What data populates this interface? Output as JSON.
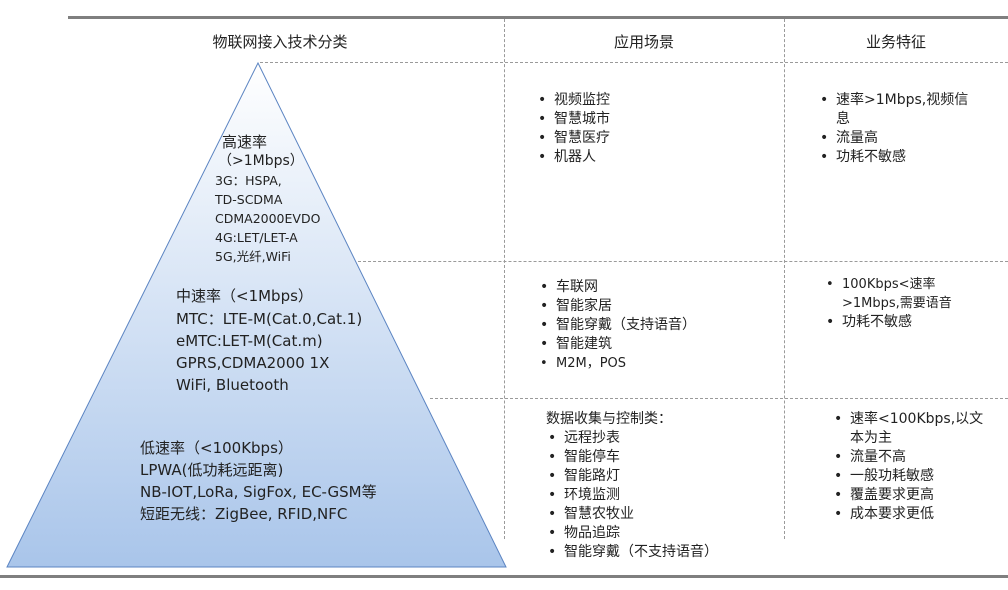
{
  "headers": {
    "classification": "物联网接入技术分类",
    "scenarios": "应用场景",
    "features": "业务特征"
  },
  "tiers": [
    {
      "name": "高速率",
      "rate": "（>1Mbps）",
      "lines": [
        "3G：HSPA,",
        "TD-SCDMA",
        "CDMA2000EVDO",
        "4G:LET/LET-A",
        "5G,光纤,WiFi"
      ],
      "scenarios_intro": "",
      "scenarios": [
        "视频监控",
        "智慧城市",
        "智慧医疗",
        "机器人"
      ],
      "features": [
        "速率>1Mbps,视频信息",
        "流量高",
        "功耗不敏感"
      ]
    },
    {
      "name": "中速率（<1Mbps）",
      "rate": "",
      "lines": [
        "MTC：LTE-M(Cat.0,Cat.1)",
        "eMTC:LET-M(Cat.m)",
        "GPRS,CDMA2000 1X",
        "WiFi, Bluetooth"
      ],
      "scenarios_intro": "",
      "scenarios": [
        "车联网",
        "智能家居",
        "智能穿戴（支持语音）",
        "智能建筑",
        "M2M，POS"
      ],
      "features": [
        "100Kbps<速率>1Mbps,需要语音",
        "功耗不敏感"
      ]
    },
    {
      "name": "低速率（<100Kbps）",
      "rate": "",
      "lines": [
        "LPWA(低功耗远距离)",
        "NB-IOT,LoRa, SigFox, EC-GSM等",
        "短距无线：ZigBee, RFID,NFC"
      ],
      "scenarios_intro": "数据收集与控制类：",
      "scenarios": [
        "远程抄表",
        "智能停车",
        "智能路灯",
        "环境监测",
        "智慧农牧业",
        "物品追踪",
        "智能穿戴（不支持语音）"
      ],
      "features": [
        "速率<100Kbps,以文本为主",
        "流量不高",
        "一般功耗敏感",
        "覆盖要求更高",
        "成本要求更低"
      ]
    }
  ],
  "colors": {
    "pyramid_top": "#ffffff",
    "pyramid_bottom": "#a9c5ea",
    "pyramid_outline": "#5b84c2",
    "rule": "#7f7f7f"
  }
}
